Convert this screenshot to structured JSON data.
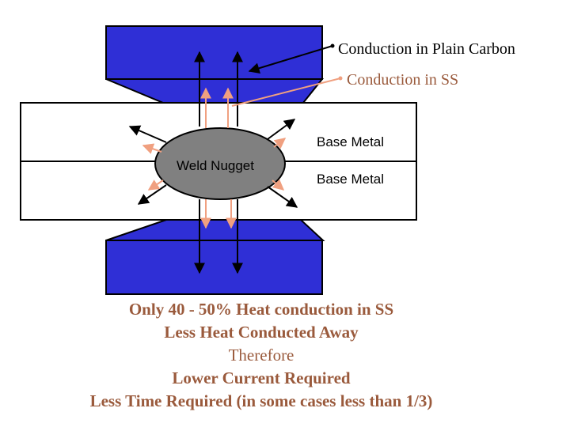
{
  "labels": {
    "conduction_plain_carbon": "Conduction in Plain Carbon",
    "conduction_ss": "Conduction in SS",
    "base_metal_top": "Base Metal",
    "base_metal_bottom": "Base Metal",
    "weld_nugget": "Weld Nugget"
  },
  "caption": {
    "line1": "Only 40 - 50% Heat conduction in SS",
    "line2": "Less Heat Conducted Away",
    "line3": "Therefore",
    "line4": "Lower Current Required",
    "line5": "Less Time Required (in some cases less than 1/3)"
  },
  "colors": {
    "electrode": "#2f2fd6",
    "nugget": "#808080",
    "carbon_arrow": "#000000",
    "ss_arrow": "#f0a080",
    "caption_text": "#9a5a3c"
  }
}
